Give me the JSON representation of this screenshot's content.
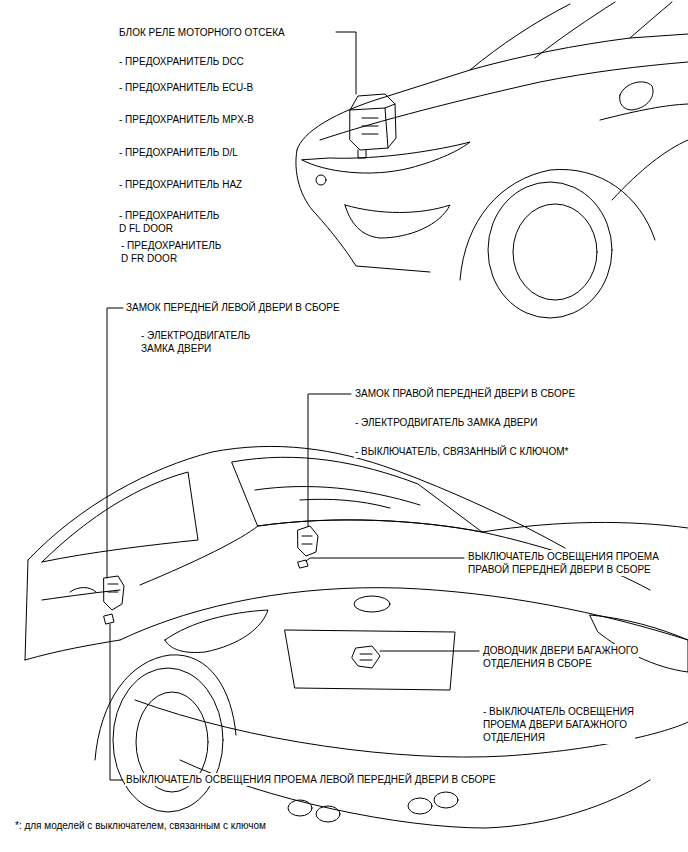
{
  "diagram": {
    "labels": [
      "БЛОК РЕЛЕ МОТОРНОГО ОТСЕКА",
      "- ПРЕДОХРАНИТЕЛЬ DCC",
      "- ПРЕДОХРАНИТЕЛЬ ECU-B",
      "- ПРЕДОХРАНИТЕЛЬ MPX-B",
      "- ПРЕДОХРАНИТЕЛЬ D/L",
      "- ПРЕДОХРАНИТЕЛЬ HAZ",
      "- ПРЕДОХРАНИТЕЛЬ D FL DOOR",
      "- ПРЕДОХРАНИТЕЛЬ D FR DOOR",
      "ЗАМОК ПЕРЕДНЕЙ ЛЕВОЙ ДВЕРИ В СБОРЕ",
      "- ЭЛЕКТРОДВИГАТЕЛЬ ЗАМКА ДВЕРИ",
      "ЗАМОК ПРАВОЙ ПЕРЕДНЕЙ ДВЕРИ В СБОРЕ",
      "- ЭЛЕКТРОДВИГАТЕЛЬ ЗАМКА ДВЕРИ",
      "- ВЫКЛЮЧАТЕЛЬ, СВЯЗАННЫЙ С КЛЮЧОМ*",
      "ВЫКЛЮЧАТЕЛЬ ОСВЕЩЕНИЯ ПРОЕМА ПРАВОЙ ПЕРЕДНЕЙ ДВЕРИ В СБОРЕ",
      "ДОВОДЧИК ДВЕРИ БАГАЖНОГО ОТДЕЛЕНИЯ В СБОРЕ",
      "- ВЫКЛЮЧАТЕЛЬ ОСВЕЩЕНИЯ ПРОЕМА ДВЕРИ БАГАЖНОГО ОТДЕЛЕНИЯ",
      "ВЫКЛЮЧАТЕЛЬ ОСВЕЩЕНИЯ ПРОЕМА ЛЕВОЙ ПЕРЕДНЕЙ ДВЕРИ В СБОРЕ",
      "*: для моделей с выключателем, связанным с ключом"
    ]
  }
}
